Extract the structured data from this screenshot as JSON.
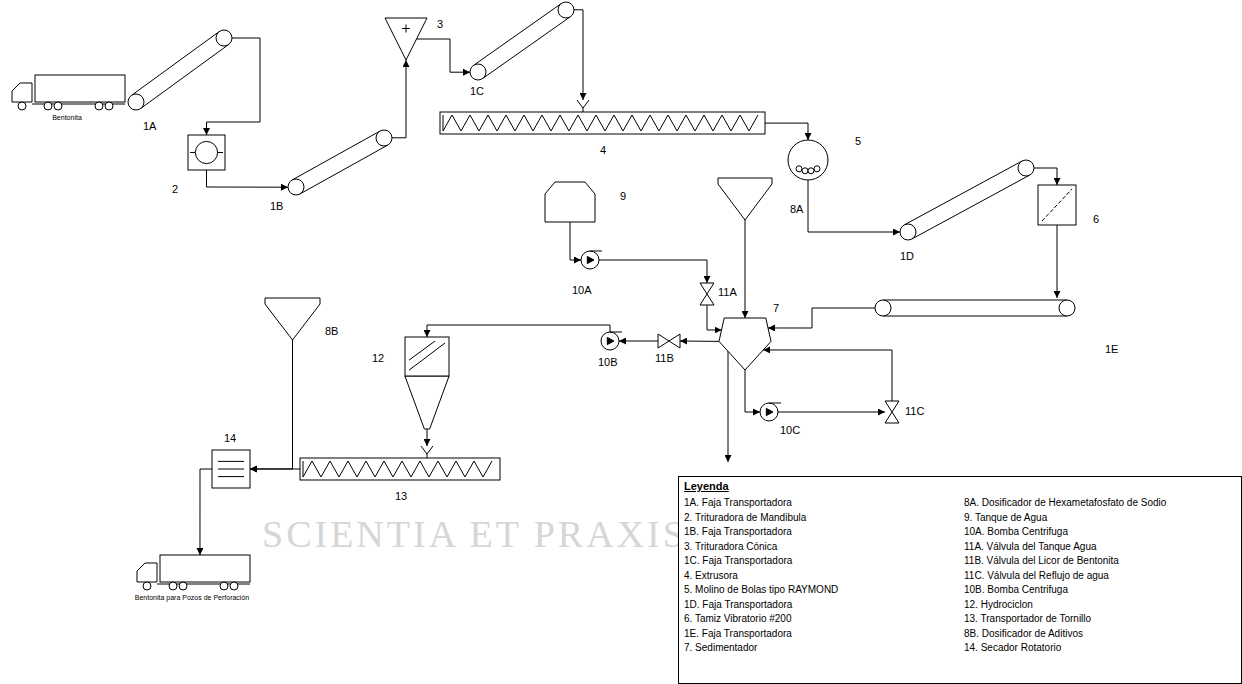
{
  "diagram": {
    "nodes": [
      {
        "text": [
          "Bentonita"
        ]
      },
      {
        "text": [
          "1A"
        ]
      },
      {
        "text": [
          "2"
        ]
      },
      {
        "text": [
          "1B"
        ]
      },
      {
        "text": [
          "3"
        ]
      },
      {
        "text": [
          "1C"
        ]
      },
      {
        "text": [
          "4"
        ]
      },
      {
        "text": [
          "5"
        ]
      },
      {
        "text": [
          "1D"
        ]
      },
      {
        "text": [
          "6"
        ]
      },
      {
        "text": [
          "1E"
        ]
      },
      {
        "text": [
          "9"
        ]
      },
      {
        "text": [
          "10A"
        ]
      },
      {
        "text": [
          "11A"
        ]
      },
      {
        "text": [
          "8A"
        ]
      },
      {
        "text": [
          "7"
        ]
      },
      {
        "text": [
          "11C"
        ]
      },
      {
        "text": [
          "10C"
        ]
      },
      {
        "text": [
          "11B"
        ]
      },
      {
        "text": [
          "10B"
        ]
      },
      {
        "text": [
          "12"
        ]
      },
      {
        "text": [
          "8B"
        ]
      },
      {
        "text": [
          "13"
        ]
      },
      {
        "text": [
          "14"
        ]
      },
      {
        "text": [
          "Bentonita para Pozos de Perforación"
        ]
      }
    ],
    "edges": [
      {
        "from": 1,
        "to": 2,
        "arrow": "to"
      },
      {
        "from": 2,
        "to": 3,
        "arrow": "to"
      },
      {
        "from": 3,
        "to": 4,
        "arrow": "to"
      },
      {
        "from": 4,
        "to": 5,
        "arrow": "to"
      },
      {
        "from": 5,
        "to": 6,
        "arrow": "to"
      },
      {
        "from": 6,
        "to": 7,
        "arrow": "to"
      },
      {
        "from": 7,
        "to": 8,
        "arrow": "to"
      },
      {
        "from": 8,
        "to": 9,
        "arrow": "to"
      },
      {
        "from": 9,
        "to": 10,
        "arrow": "to"
      },
      {
        "from": 10,
        "to": 15,
        "arrow": "to"
      },
      {
        "from": 11,
        "to": 12,
        "arrow": "to"
      },
      {
        "from": 12,
        "to": 13,
        "arrow": "to"
      },
      {
        "from": 13,
        "to": 15,
        "arrow": "to"
      },
      {
        "from": 14,
        "to": 15,
        "arrow": "to"
      },
      {
        "from": 15,
        "to": 17,
        "arrow": "to"
      },
      {
        "from": 17,
        "to": 16,
        "arrow": "to"
      },
      {
        "from": 16,
        "to": 15,
        "arrow": "to"
      },
      {
        "from": 15,
        "to": 18,
        "arrow": "to"
      },
      {
        "from": 18,
        "to": 19,
        "arrow": "to"
      },
      {
        "from": 19,
        "to": 20,
        "arrow": "to"
      },
      {
        "from": 20,
        "to": 22,
        "arrow": "to"
      },
      {
        "from": 22,
        "to": 23,
        "arrow": "to"
      },
      {
        "from": 21,
        "to": 23,
        "arrow": "to"
      },
      {
        "from": 23,
        "to": 24,
        "arrow": "to"
      }
    ],
    "labels": [
      "Leyenda",
      "SCIENTIA ET PRAXIS"
    ],
    "legend": [
      {
        "text": "1A. Faja Transportadora"
      },
      {
        "text": "2. Trituradora de Mandibula"
      },
      {
        "text": "1B. Faja Transportadora"
      },
      {
        "text": "3. Trituradora Cónica"
      },
      {
        "text": "1C. Faja Transportadora"
      },
      {
        "text": "4. Extrusora"
      },
      {
        "text": "5. Molino de Bolas tipo RAYMOND"
      },
      {
        "text": "1D. Faja Transportadora"
      },
      {
        "text": "6. Tamiz Vibratorio #200"
      },
      {
        "text": "1E. Faja Transportadora"
      },
      {
        "text": "7. Sedimentador"
      },
      {
        "text": "8A. Dosificador de Hexametafosfato de Sodio"
      },
      {
        "text": "9. Tanque de Agua"
      },
      {
        "text": "10A. Bomba Centrifuga"
      },
      {
        "text": "11A. Válvula del Tanque Agua"
      },
      {
        "text": "11B. Válvula del Licor de Bentonita"
      },
      {
        "text": "11C. Válvula del Reflujo de agua"
      },
      {
        "text": "10B. Bomba Centrifuga"
      },
      {
        "text": "12. Hydrociclon"
      },
      {
        "text": "13. Transportador de Tornillo"
      },
      {
        "text": "8B. Dosificador de Aditivos"
      },
      {
        "text": "14. Secador Rotatorio"
      }
    ]
  }
}
